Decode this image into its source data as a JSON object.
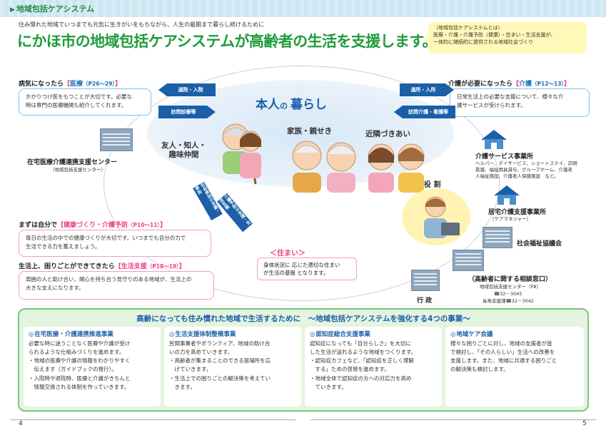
{
  "header": {
    "label": "地域包括ケアシステム"
  },
  "subtitle": "住み慣れた地域でいつまでも元気に生きがいをもちながら、人生の最期まで暮らし続けるために",
  "main_title": "にかほ市の地域包括ケアシステムが高齢者の生活を支援します。",
  "definition": {
    "title": "（地域包括ケアシステムとは）",
    "line1": "医療・介護・介護予防（健康）・住まい・生活支援が、",
    "line2": "一体的に継続的に提供される地域社会づくり"
  },
  "center": {
    "title_a": "本人",
    "title_no": "の",
    "title_b": "暮らし"
  },
  "groups": {
    "friends_1": "友人・知人・",
    "friends_2": "趣味仲間",
    "family": "家族・親せき",
    "neighbors": "近隣づきあい"
  },
  "medical": {
    "prefix": "病気になったら",
    "tag": "医療",
    "pages": "（P26～29）",
    "desc_1": "かかりつけ医をもつことが大切です。必要な",
    "desc_2": "時は専門の医療機関も紹介してくれます。",
    "arrow_top": "通院・入院",
    "arrow_bottom": "訪問診療等"
  },
  "care": {
    "prefix": "介護が必要になったら",
    "tag": "介護",
    "pages": "（P12～13）",
    "desc_1": "日常生活上の必要な支援について、様々な介",
    "desc_2": "護サービスが受けられます。",
    "arrow_top": "通所・入所",
    "arrow_bottom": "訪問介護・看護等"
  },
  "home_medical_center": {
    "name": "在宅医療介護連携支援センター",
    "sub": "（地域包括支援センター）"
  },
  "prevention": {
    "prefix": "まずは自分で",
    "tag": "健康づくり・介護予防",
    "pages": "（P10～11）",
    "desc_1": "毎日の生活の中での健康づくりが大切です。いつまでも自分の力で",
    "desc_2": "生活できる力を蓄えましょう。",
    "arrow_a": "社会参加の支援・参加",
    "arrow_b": "介護予防の支援・生活支援"
  },
  "life_support": {
    "prefix": "生活上、困りごとができてきたら",
    "tag": "生活支援",
    "pages": "（P18～19）",
    "desc_1": "周囲の人と助け合い、関心を持ち合う見守りのある地域が、生活上の",
    "desc_2": "大きな支えになります。"
  },
  "housing": {
    "label": "＜住まい＞",
    "desc_1": "身体状況に 応じた適切な住まい",
    "desc_2": "が生活の基盤 となります。"
  },
  "role": {
    "label": "役 割"
  },
  "facilities": {
    "care_service_name": "介護サービス事業所",
    "care_service_sub_1": "ヘルパー、デイサービス、ショートステイ、訪問",
    "care_service_sub_2": "看護、福祉用具貸与、グループホーム、介護老",
    "care_service_sub_3": "人福祉施設、介護老人保健施設　など。",
    "home_care_name": "居宅介護支援事業所",
    "home_care_sub": "（ケアマネジャー）",
    "welfare": "社会福祉協議会",
    "admin": "行 政",
    "consult_name": "（高齢者に関する相談窓口）",
    "consult_center": "地域包括支援センター（P8）",
    "consult_tel": "☎32－3045",
    "consult_branch": "長寿支援課☎32－3042"
  },
  "bottom": {
    "title": "高齢になっても住み慣れた地域で生活するために　～地域包括ケアシステムを強化する4つの事業～",
    "cards": [
      {
        "title": "在宅医療・介護連携推進事業",
        "lines": [
          "必要な時に迷うことなく医療や介護が受け",
          "られるような仕組みづくりを進めます。",
          "・地域の医療や介護の情報をわかりやすく",
          "　伝えます（ガイドブックの発行）。",
          "・入院時や退院時、医療と介護がきちんと",
          "　情報交換される体制を作っていきます。"
        ]
      },
      {
        "title": "生活支援体制整備事業",
        "lines": [
          "民間事業者やボランティア、地域の助け合",
          "いの力を高めていきます。",
          "・高齢者が集まることのできる居場所を広",
          "　げていきます。",
          "・生活上での困りごとの解決策を考えてい",
          "　きます。"
        ]
      },
      {
        "title": "認知症総合支援事業",
        "lines": [
          "認知症になっても「自分らしさ」を大切に",
          "した生活が送れるような地域をつくります。",
          "・認知症カフェなど、「認知症を正しく理解",
          "　する」ための啓発を進めます。",
          "・地域全体で認知症の方への対応力を高め",
          "　ていきます。"
        ]
      },
      {
        "title": "地域ケア会議",
        "lines": [
          "様々な困りごとに対し、地域の支援者が皆",
          "で検討し、「その人らしい」生活への改善を",
          "支援します。また、地域に共通する困りごと",
          "の解決策も検討します。"
        ]
      }
    ]
  },
  "pages": {
    "left": "4",
    "right": "5"
  },
  "colors": {
    "green": "#1e9b3a",
    "blue": "#1a5fa8",
    "pink": "#e8418a"
  }
}
